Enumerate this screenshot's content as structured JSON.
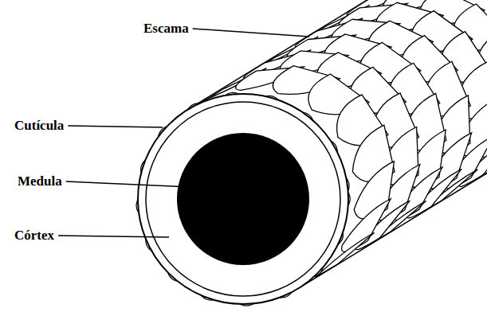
{
  "diagram": {
    "labels": [
      "Escama",
      "Cutícula",
      "Medula",
      "Córtex"
    ]
  }
}
